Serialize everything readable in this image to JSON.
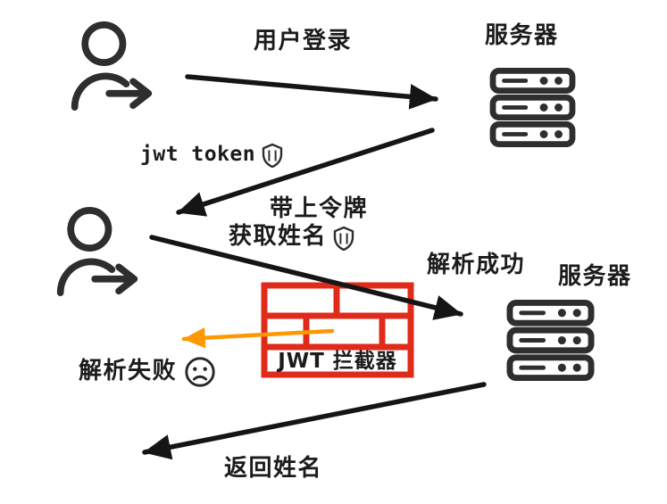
{
  "diagram": {
    "type": "flow-diagram",
    "labels": {
      "login": "用户登录",
      "server_top": "服务器",
      "jwt_token": "jwt token",
      "with_token_line1": "带上令牌",
      "with_token_line2": "获取姓名",
      "parse_success": "解析成功",
      "server_right": "服务器",
      "interceptor": "JWT 拦截器",
      "parse_fail": "解析失败",
      "return_name": "返回姓名"
    },
    "flow": [
      {
        "id": "login",
        "from": "user",
        "to": "server",
        "label": "用户登录",
        "color": "#151515"
      },
      {
        "id": "token",
        "from": "server",
        "to": "user",
        "label": "jwt token",
        "has_shield": true,
        "color": "#151515"
      },
      {
        "id": "request",
        "from": "user",
        "to": "server",
        "label": "带上令牌 获取姓名",
        "has_shield": true,
        "via": "JWT 拦截器",
        "result": "解析成功",
        "color": "#151515"
      },
      {
        "id": "intercept-fail",
        "from": "JWT 拦截器",
        "to": "user",
        "label": "解析失败",
        "color": "#ff9800"
      },
      {
        "id": "response",
        "from": "server",
        "to": "user",
        "label": "返回姓名",
        "color": "#151515"
      }
    ],
    "colors": {
      "ink": "#151515",
      "icon": "#2e2e2e",
      "wall_red": "#e02b1b",
      "fail_orange": "#ff9800",
      "background": "#ffffff"
    },
    "icons": [
      "user-icon",
      "server-icon",
      "shield-icon",
      "brick-wall-icon",
      "sad-face-icon"
    ]
  }
}
